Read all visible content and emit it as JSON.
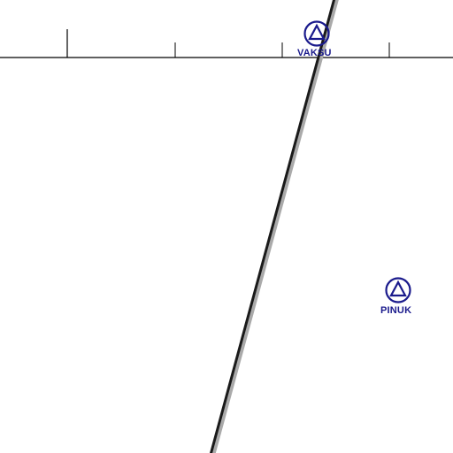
{
  "map": {
    "colors": {
      "background": "#ffffff",
      "scale_line": "#000000",
      "airway_line": "#1a1a1a",
      "airway_shadow": "#aaaaaa",
      "waypoint_symbol": "#1a1a8c",
      "waypoint_label": "#1a1a8c"
    },
    "waypoints": [
      {
        "id": "vaksu",
        "name": "VAKSU",
        "icon": "triangle-in-circle-waypoint-icon"
      },
      {
        "id": "pinuk",
        "name": "PINUK",
        "icon": "triangle-in-circle-waypoint-icon"
      }
    ],
    "airway": {
      "icon": "airway-route-line"
    },
    "scale": {
      "icon": "distance-scale-ticks"
    }
  }
}
